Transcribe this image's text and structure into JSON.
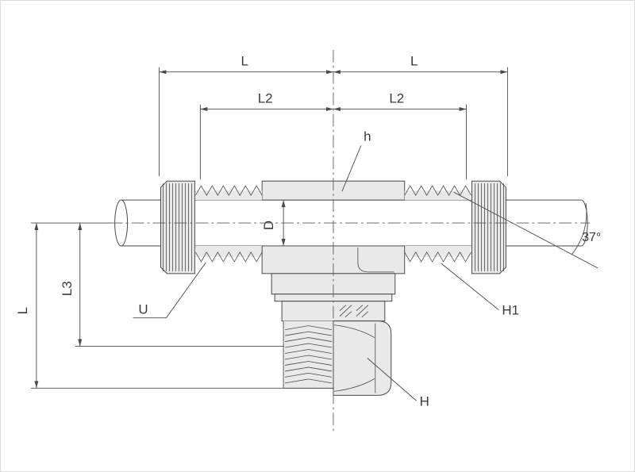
{
  "figure": {
    "type": "technical-drawing",
    "labels": {
      "L_top_left": "L",
      "L_top_right": "L",
      "L2_left": "L2",
      "L2_right": "L2",
      "L_vertical": "L",
      "L3": "L3",
      "D": "D",
      "h": "h",
      "U": "U",
      "H1": "H1",
      "H": "H",
      "angle": "37°"
    },
    "colors": {
      "line": "#4a4a4a",
      "fill_metal": "#e9e9e9",
      "background": "#ffffff"
    }
  }
}
